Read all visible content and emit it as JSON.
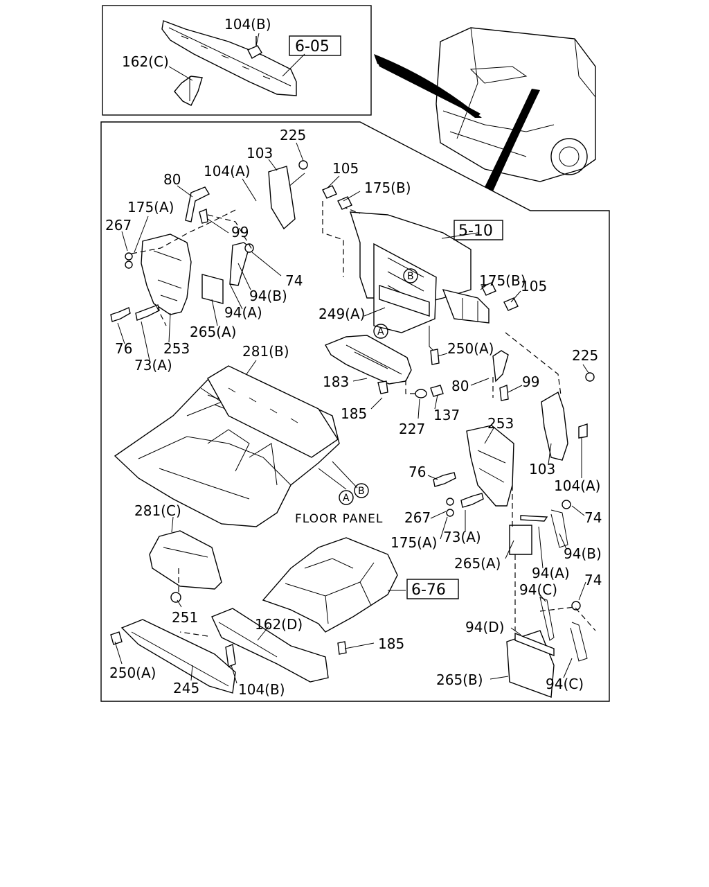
{
  "inset": {
    "ref": "6-05",
    "labels": {
      "l104b": "104(B)",
      "l162c": "162(C)"
    }
  },
  "refs": {
    "r510": "5-10",
    "r676": "6-76"
  },
  "floor_panel_label": "FLOOR PANEL",
  "circles": {
    "a": "A",
    "b": "B"
  },
  "labels": {
    "l225_top": "225",
    "l103_top": "103",
    "l104a_top": "104(A)",
    "l80_top": "80",
    "l105_top": "105",
    "l175b_top": "175(B)",
    "l175a_top": "175(A)",
    "l267_top": "267",
    "l99_top": "99",
    "l74_top": "74",
    "l94b_top": "94(B)",
    "l94a_top": "94(A)",
    "l175b_mid": "175(B)",
    "l105_mid": "105",
    "l249a": "249(A)",
    "l265a_top": "265(A)",
    "l76_top": "76",
    "l253_top": "253",
    "l73a_top": "73(A)",
    "l281b": "281(B)",
    "l250a_mid": "250(A)",
    "l225_right": "225",
    "l183": "183",
    "l80_mid": "80",
    "l99_mid": "99",
    "l185_mid": "185",
    "l137": "137",
    "l227": "227",
    "l253_right": "253",
    "l103_right": "103",
    "l104a_right": "104(A)",
    "l76_right": "76",
    "l74_right": "74",
    "l267_right": "267",
    "l175a_right": "175(A)",
    "l73a_right": "73(A)",
    "l94b_right": "94(B)",
    "l265a_right": "265(A)",
    "l94a_right": "94(A)",
    "l281c": "281(C)",
    "l251": "251",
    "l94c_top": "94(C)",
    "l74_low": "74",
    "l162d": "162(D)",
    "l185_low": "185",
    "l94d": "94(D)",
    "l250a_low": "250(A)",
    "l245": "245",
    "l104b_low": "104(B)",
    "l265b": "265(B)",
    "l94c_low": "94(C)"
  }
}
